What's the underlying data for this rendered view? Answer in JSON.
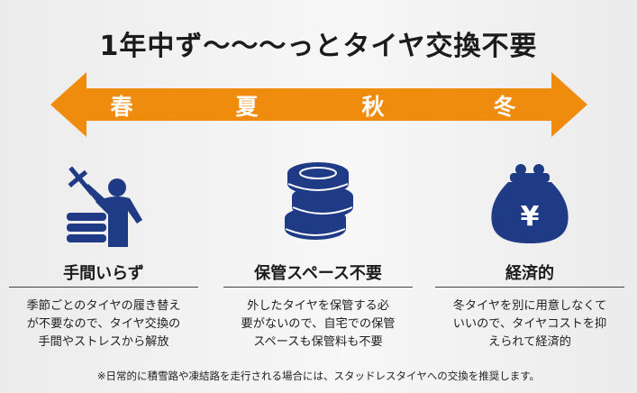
{
  "title": "1年中ず〜〜〜っとタイヤ交換不要",
  "seasons": [
    "春",
    "夏",
    "秋",
    "冬"
  ],
  "colors": {
    "arrow": "#f08c0d",
    "icon": "#1f3b86",
    "text": "#1b1b1b"
  },
  "features": [
    {
      "icon": "worker-with-tire-stack-icon",
      "title": "手間いらず",
      "lines": [
        "季節ごとのタイヤの履き替え",
        "が不要なので、タイヤ交換の",
        "手間やストレスから解放"
      ]
    },
    {
      "icon": "tire-stack-icon",
      "title": "保管スペース不要",
      "lines": [
        "外したタイヤを保管する必",
        "要がないので、自宅での保管",
        "スペースも保管料も不要"
      ]
    },
    {
      "icon": "yen-purse-icon",
      "title": "経済的",
      "lines": [
        "冬タイヤを別に用意しなくて",
        "いいので、タイヤコストを抑",
        "えられて経済的"
      ]
    }
  ],
  "footnote": "※日常的に積雪路や凍結路を走行される場合には、スタッドレスタイヤへの交換を推奨します。"
}
